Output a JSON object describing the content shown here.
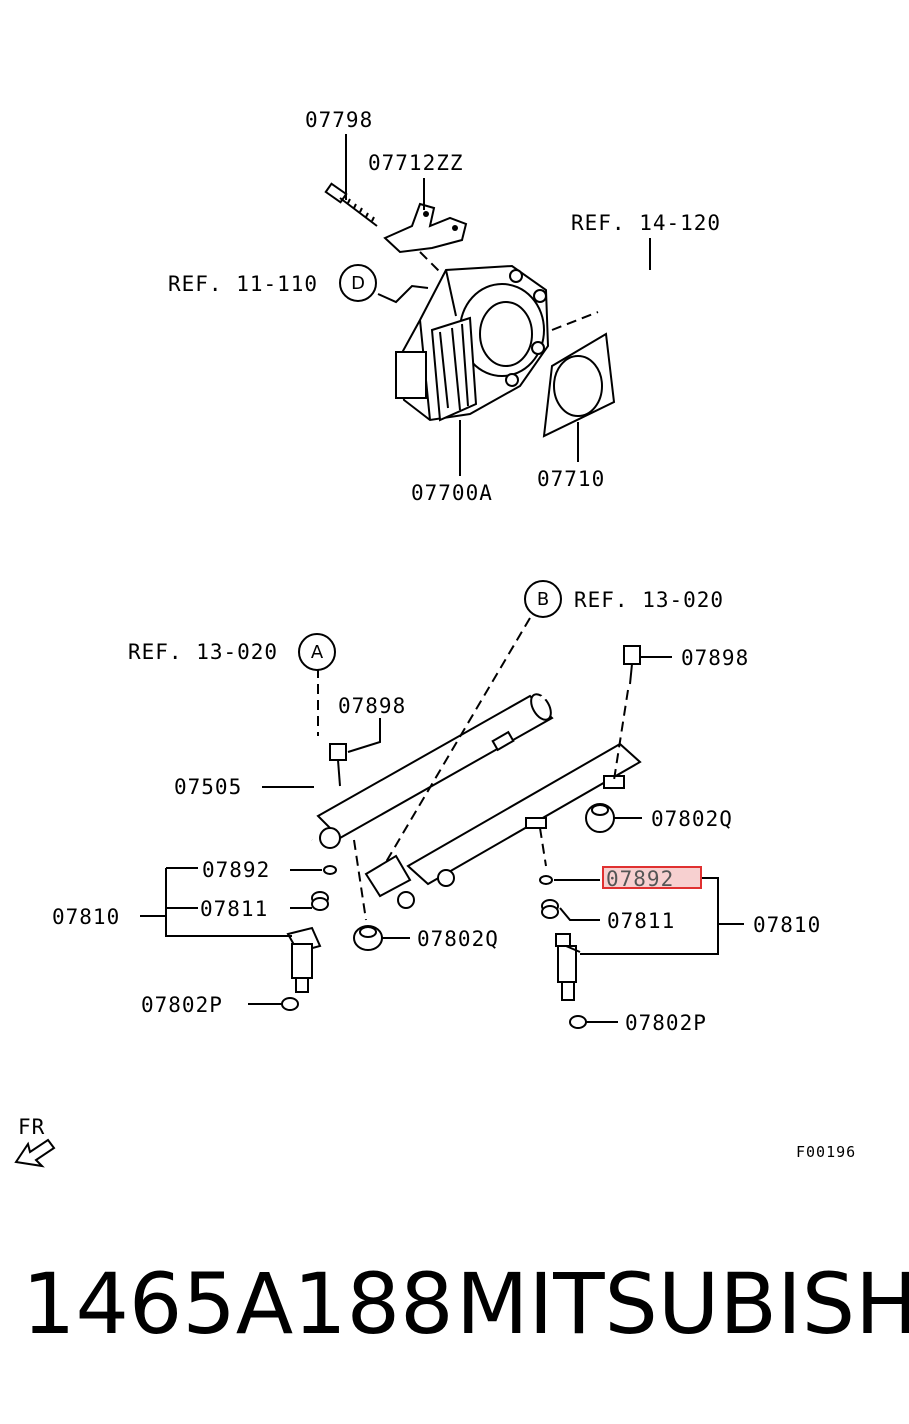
{
  "parts": {
    "p07798": "07798",
    "p07712ZZ": "07712ZZ",
    "p07700A": "07700A",
    "p07710": "07710",
    "p07898_top": "07898",
    "p07898_left": "07898",
    "p07505": "07505",
    "p07802Q_right": "07802Q",
    "p07802Q_left": "07802Q",
    "p07892_left": "07892",
    "p07892_right": "07892",
    "p07811_left": "07811",
    "p07811_right": "07811",
    "p07810_left": "07810",
    "p07810_right": "07810",
    "p07802P_left": "07802P",
    "p07802P_right": "07802P"
  },
  "refs": {
    "ref_14_120": "REF. 14-120",
    "ref_11_110": "REF. 11-110",
    "ref_13_020_b": "REF. 13-020",
    "ref_13_020_a": "REF. 13-020"
  },
  "callouts": {
    "d": "D",
    "b": "B",
    "a": "A"
  },
  "highlight_color": "#e03030",
  "fr_label": "FR",
  "figure_code": "F00196",
  "part_number": "1465A188",
  "brand": "MITSUBISHI"
}
